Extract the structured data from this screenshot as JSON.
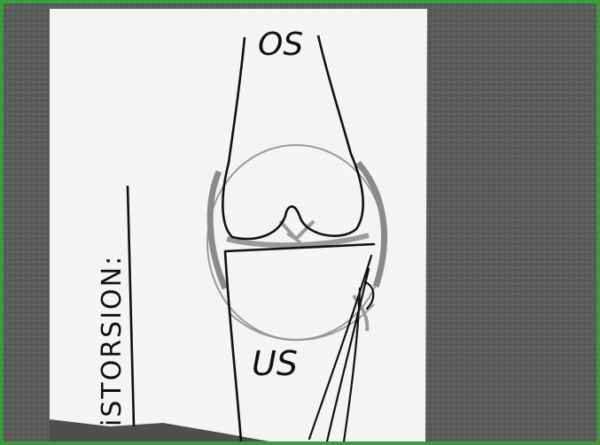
{
  "photo": {
    "colors": {
      "frame": "#3a9c3a",
      "background": "#5b5b5b",
      "paper": "#f4f4f2",
      "ink": "#111111",
      "pencil": "#9a9a9a"
    },
    "labels": {
      "upper": "OS",
      "lower": "US",
      "vertical": "iSTORSION:"
    }
  }
}
